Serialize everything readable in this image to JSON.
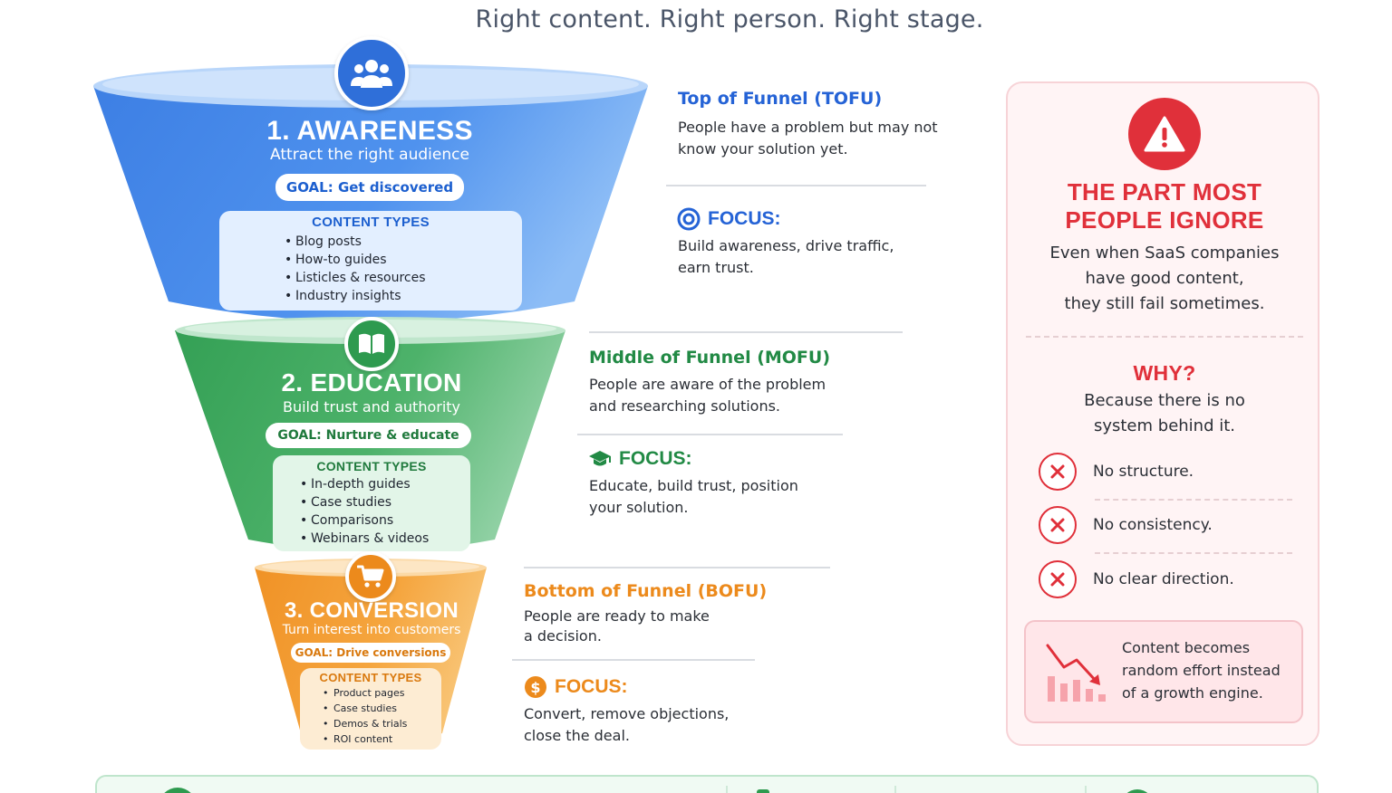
{
  "headline": "Right content. Right person. Right stage.",
  "colors": {
    "awareness": "#3f86e8",
    "education": "#3ea55e",
    "conversion": "#f29d2e",
    "alert": "#e0303a"
  },
  "stages": [
    {
      "title": "1. AWARENESS",
      "subtitle": "Attract the right audience",
      "goal": "GOAL: Get discovered",
      "content_types_label": "CONTENT TYPES",
      "content_types": [
        "Blog posts",
        "How-to guides",
        "Listicles & resources",
        "Industry insights"
      ],
      "icon": "users-icon"
    },
    {
      "title": "2. EDUCATION",
      "subtitle": "Build trust and authority",
      "goal": "GOAL: Nurture & educate",
      "content_types_label": "CONTENT TYPES",
      "content_types": [
        "In-depth guides",
        "Case studies",
        "Comparisons",
        "Webinars & videos"
      ],
      "icon": "book-icon"
    },
    {
      "title": "3. CONVERSION",
      "subtitle": "Turn interest into customers",
      "goal": "GOAL: Drive conversions",
      "content_types_label": "CONTENT TYPES",
      "content_types": [
        "Product pages",
        "Case studies",
        "Demos & trials",
        "ROI content"
      ],
      "icon": "cart-icon"
    }
  ],
  "sides": [
    {
      "heading": "Top of Funnel (TOFU)",
      "description": [
        "People have a problem but may not",
        "know your solution yet."
      ],
      "focus_label": "FOCUS:",
      "focus_text": [
        "Build awareness, drive traffic,",
        "earn trust."
      ],
      "focus_icon": "target-icon"
    },
    {
      "heading": "Middle of Funnel (MOFU)",
      "description": [
        "People are aware of the problem",
        "and researching solutions."
      ],
      "focus_label": "FOCUS:",
      "focus_text": [
        "Educate, build trust, position",
        "your solution."
      ],
      "focus_icon": "graduation-cap-icon"
    },
    {
      "heading": "Bottom of Funnel (BOFU)",
      "description": [
        "People are ready to make",
        "a decision."
      ],
      "focus_label": "FOCUS:",
      "focus_text": [
        "Convert, remove objections,",
        "close the deal."
      ],
      "focus_icon": "dollar-icon"
    }
  ],
  "panel": {
    "title": [
      "THE PART MOST",
      "PEOPLE IGNORE"
    ],
    "intro": [
      "Even when SaaS companies",
      "have good content,",
      "they still fail sometimes."
    ],
    "why_label": "WHY?",
    "why_text": [
      "Because there is no",
      "system behind it."
    ],
    "reasons": [
      "No structure.",
      "No consistency.",
      "No clear direction."
    ],
    "conclusion": [
      "Content becomes",
      "random effort instead",
      "of a growth engine."
    ]
  }
}
